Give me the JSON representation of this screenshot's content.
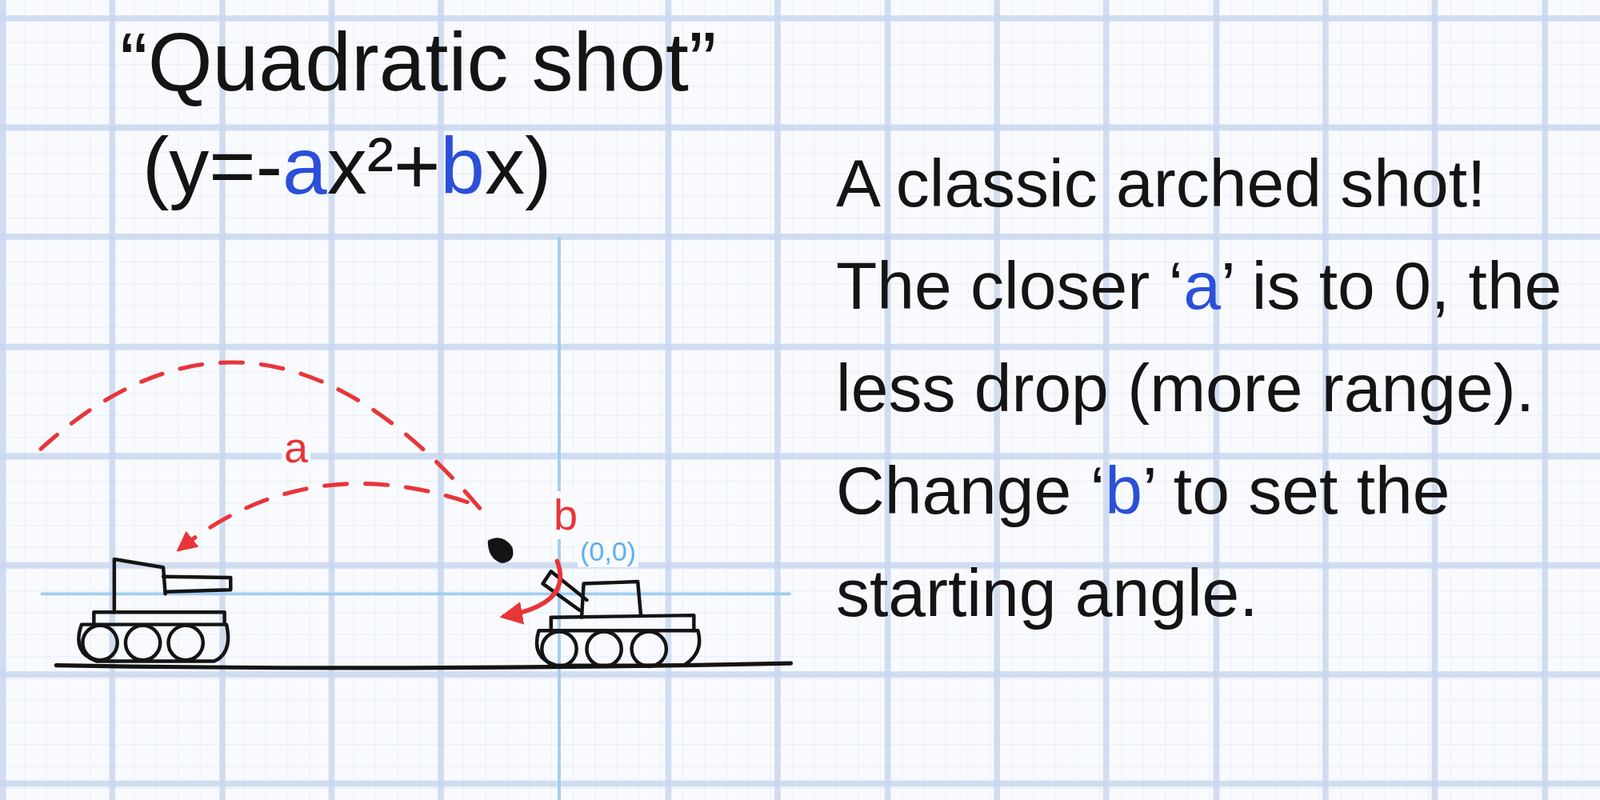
{
  "diagram": {
    "title": "“Quadratic shot”",
    "labels": [
      "(y=-",
      "a",
      "x²+",
      "b",
      "x)",
      "a",
      "b",
      "(0,0)",
      "A classic arched shot! The closer ‘",
      "a",
      "’ is to 0, the less drop (more range). Change ‘",
      "b",
      "’ to set the starting angle."
    ]
  }
}
